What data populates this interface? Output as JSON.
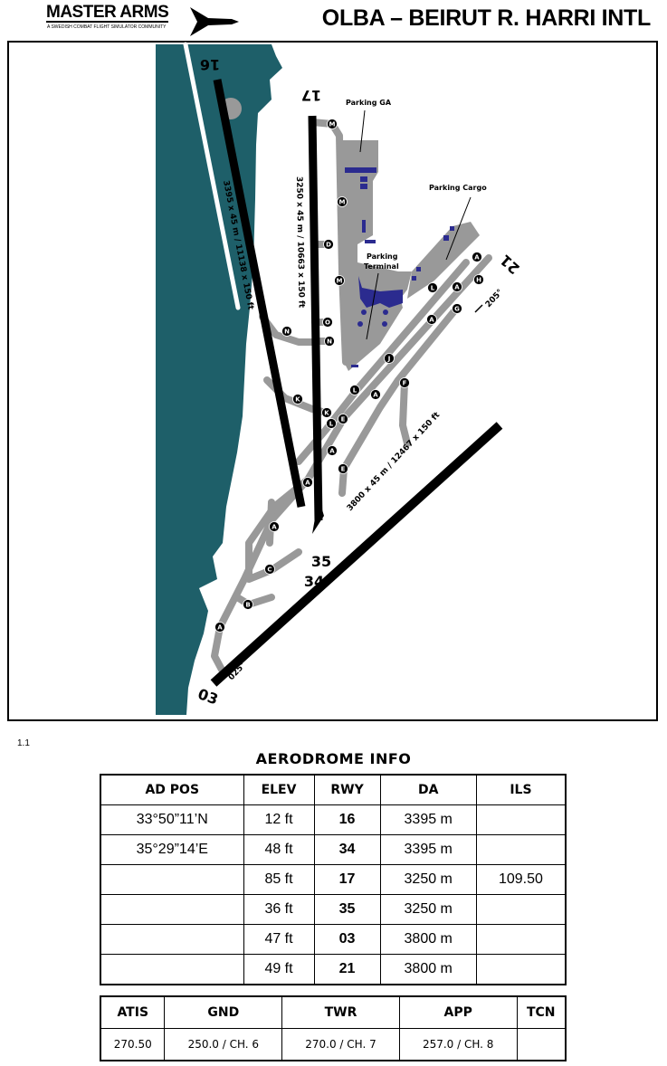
{
  "header": {
    "logo_main": "MASTER ARMS",
    "logo_sub": "A SWEDISH COMBAT FLIGHT SIMULATOR COMMUNITY",
    "title": "OLBA – BEIRUT R. HARRI INTL"
  },
  "map": {
    "runway_labels": {
      "r16": "16",
      "r17": "17",
      "r21": "21",
      "r35": "35",
      "r34": "34",
      "r03": "03"
    },
    "runway_dims": {
      "r16_34": "3395 x 45 m / 11138 x 150 ft",
      "r17_35": "3250 x 45 m / 10663 x 150 ft",
      "r03_21": "3800 x 45 m / 12467 x 150 ft"
    },
    "headings": {
      "h205": "205°",
      "h025": "025°"
    },
    "parking": {
      "ga": "Parking GA",
      "cargo": "Parking Cargo",
      "terminal_1": "Parking",
      "terminal_2": "Terminal"
    },
    "taxiways": [
      "M",
      "M",
      "D",
      "M",
      "O",
      "N",
      "N",
      "J",
      "L",
      "A",
      "F",
      "K",
      "K",
      "E",
      "L",
      "A",
      "H",
      "L",
      "A",
      "G",
      "A",
      "A",
      "E",
      "A",
      "A",
      "C",
      "B",
      "A"
    ],
    "colors": {
      "sea": "#1e5f69",
      "taxiway": "#999999",
      "parking": "#2b2b8f",
      "runway": "#000000"
    }
  },
  "version": "1.1",
  "aerodrome": {
    "title": "AERODROME INFO",
    "headers": [
      "AD POS",
      "ELEV",
      "RWY",
      "DA",
      "ILS"
    ],
    "rows": [
      [
        "33°50”11’N",
        "12 ft",
        "16",
        "3395 m",
        ""
      ],
      [
        "35°29”14’E",
        "48 ft",
        "34",
        "3395 m",
        ""
      ],
      [
        "",
        "85 ft",
        "17",
        "3250 m",
        "109.50"
      ],
      [
        "",
        "36 ft",
        "35",
        "3250 m",
        ""
      ],
      [
        "",
        "47 ft",
        "03",
        "3800 m",
        ""
      ],
      [
        "",
        "49 ft",
        "21",
        "3800 m",
        ""
      ]
    ]
  },
  "frequencies": {
    "headers": [
      "ATIS",
      "GND",
      "TWR",
      "APP",
      "TCN"
    ],
    "values": [
      "270.50",
      "250.0 / CH. 6",
      "270.0 / CH. 7",
      "257.0 / CH. 8",
      ""
    ]
  }
}
